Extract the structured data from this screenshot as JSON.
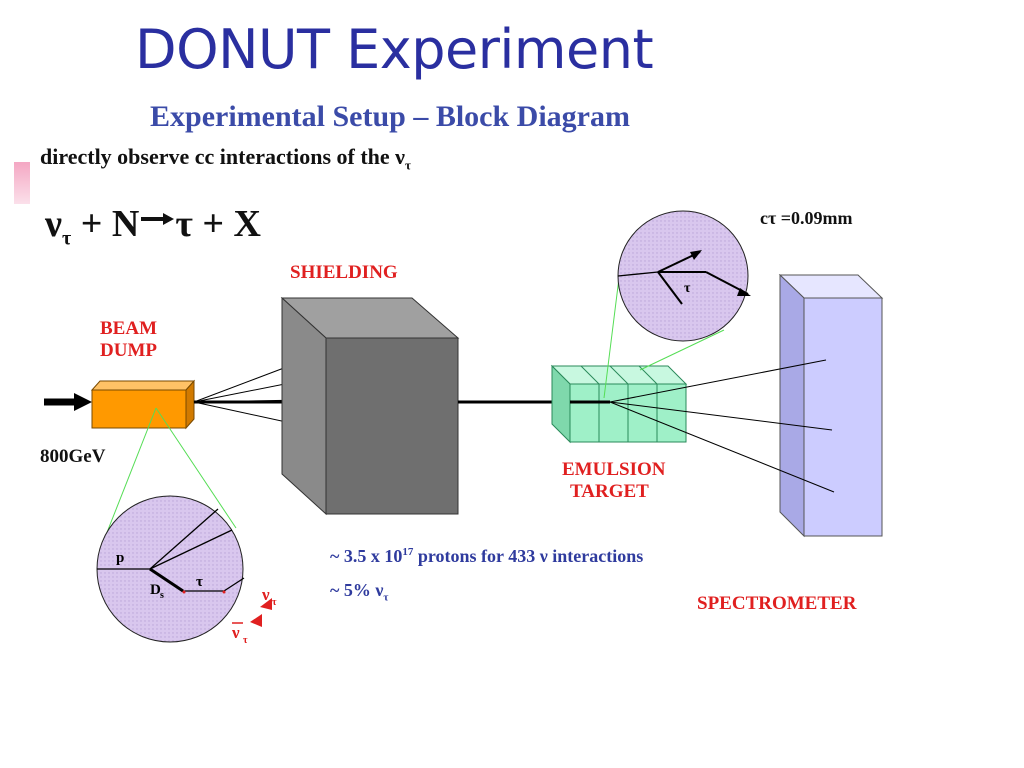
{
  "slide": {
    "title": "DONUT Experiment",
    "subtitle": "Experimental Setup – Block Diagram",
    "intro_text": "directly observe cc interactions of the ν",
    "intro_sub": "τ"
  },
  "reaction": {
    "nu": "ν",
    "nu_sub": "τ",
    "plus_n": " + N",
    "rhs": "τ + X"
  },
  "ctau_label": "cτ =0.09mm",
  "labels": {
    "beam_dump_line1": "BEAM",
    "beam_dump_line2": "DUMP",
    "energy": "800GeV",
    "shielding": "SHIELDING",
    "emulsion_line1": "EMULSION",
    "emulsion_line2": "TARGET",
    "spectrometer": "SPECTROMETER"
  },
  "notes": {
    "line1_prefix": "~ 3.5 x 10",
    "line1_exp": "17",
    "line1_suffix": " protons for 433 ν interactions",
    "line2_prefix": "~ 5%  ν",
    "line2_sub": "τ"
  },
  "zoom_labels": {
    "p": "p",
    "ds": "D",
    "ds_sub": "s",
    "tau_lower": "τ",
    "tau_upper": "τ",
    "nu_tau": "ν",
    "nu_tau_sub": "τ",
    "nubar_tau": "ν",
    "nubar_tau_sub": "τ"
  },
  "colors": {
    "title": "#2a2fa0",
    "subtitle": "#3b4ba8",
    "label_red": "#e02020",
    "note_blue": "#2f3b9e",
    "beam_dump": "#ff9900",
    "shielding": "#808080",
    "emulsion": "#9ff0c8",
    "spectrometer": "#ccccff",
    "zoom_circle": "#d9c7ee",
    "zoom_link": "#55dd55"
  }
}
